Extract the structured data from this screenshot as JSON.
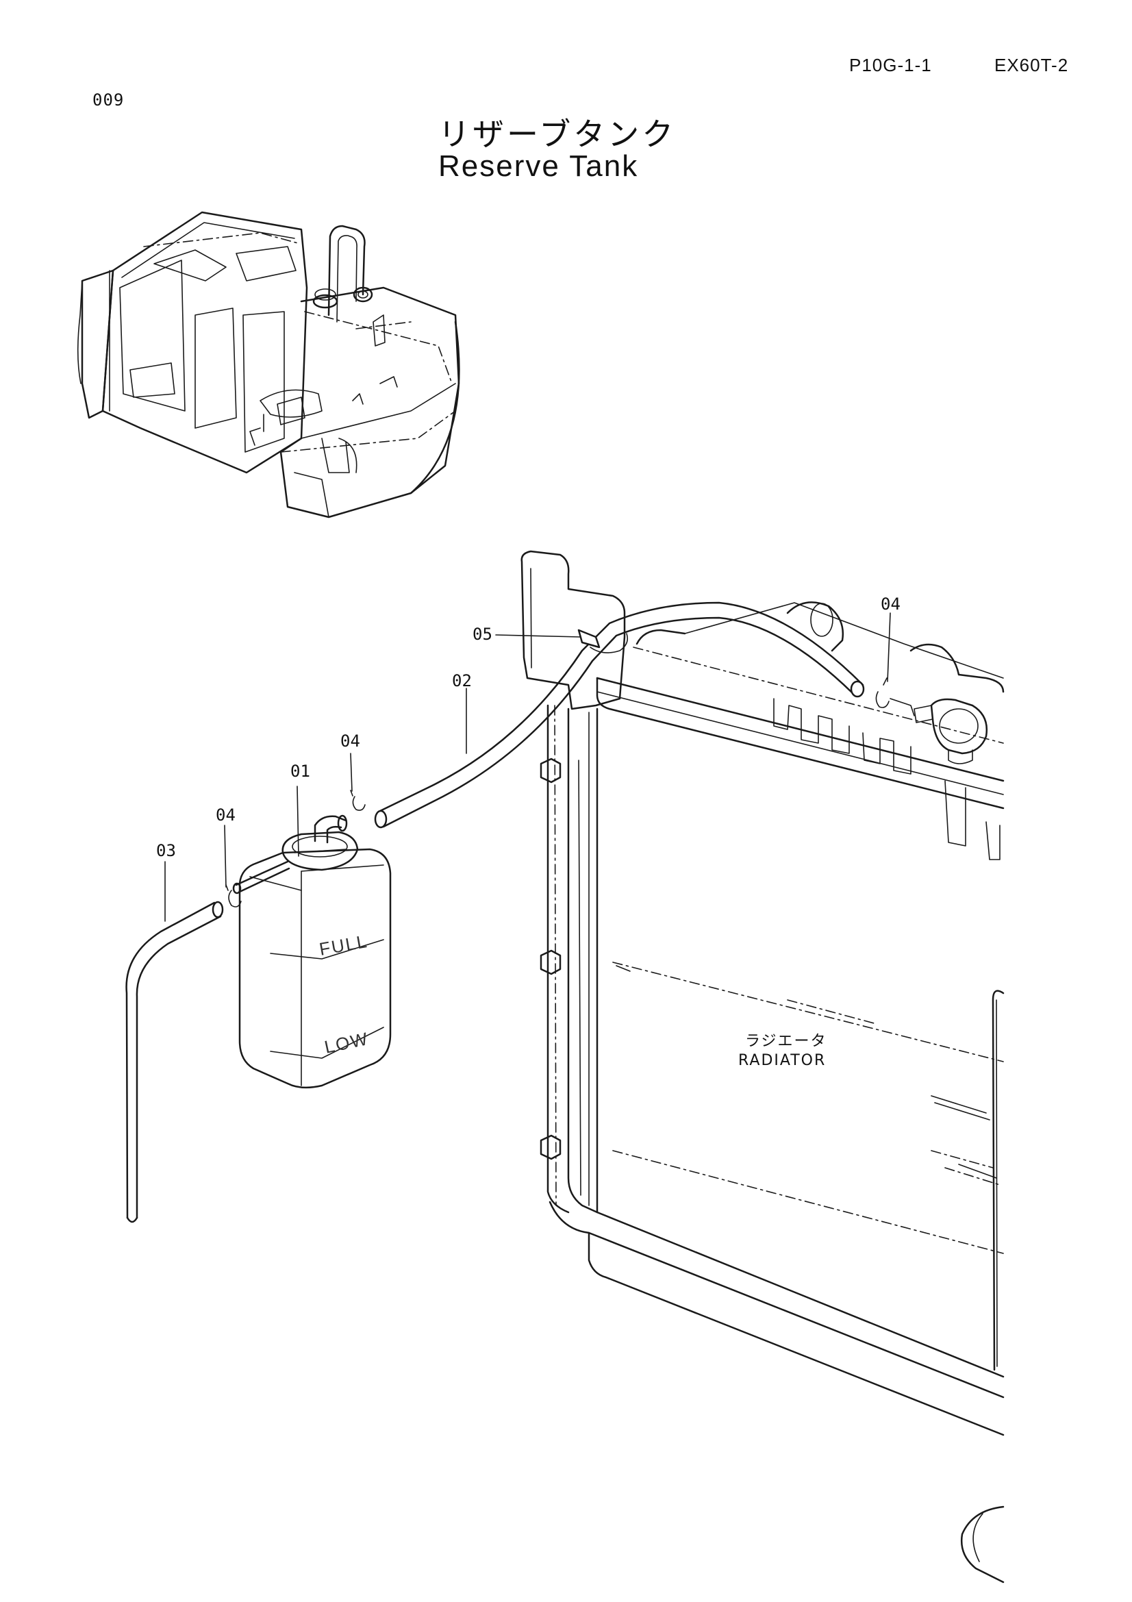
{
  "header": {
    "page_code": "P10G-1-1",
    "model": "EX60T-2",
    "sheet_number": "009"
  },
  "title": {
    "japanese": "リザーブタンク",
    "english": "Reserve Tank"
  },
  "callouts": [
    "01",
    "02",
    "03",
    "04",
    "04",
    "04",
    "05"
  ],
  "tank_markings": {
    "full": "FULL",
    "low": "LOW"
  },
  "radiator_label": {
    "japanese": "ラジエータ",
    "english": "RADIATOR"
  }
}
